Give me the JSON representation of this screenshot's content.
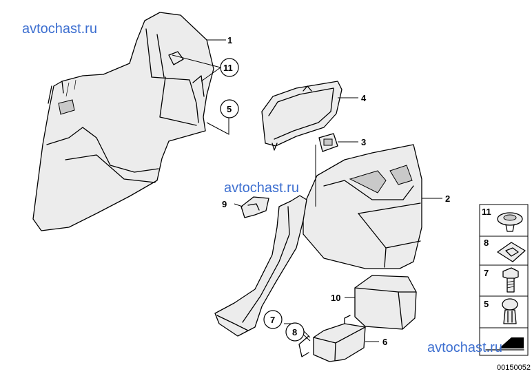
{
  "watermarks": [
    "avtochast.ru",
    "avtochast.ru",
    "avtochast.ru"
  ],
  "callouts": {
    "c1": "1",
    "c2": "2",
    "c3": "3",
    "c4": "4",
    "c5": "5",
    "c6": "6",
    "c7": "7",
    "c8": "8",
    "c9": "9",
    "c10": "10",
    "c11": "11"
  },
  "legend": [
    {
      "label": "11",
      "icon": "push-clip-icon"
    },
    {
      "label": "8",
      "icon": "spring-nut-icon"
    },
    {
      "label": "7",
      "icon": "bolt-icon"
    },
    {
      "label": "5",
      "icon": "expanding-rivet-icon"
    },
    {
      "label": "",
      "icon": "shim-icon"
    }
  ],
  "reference_number": "00150052"
}
